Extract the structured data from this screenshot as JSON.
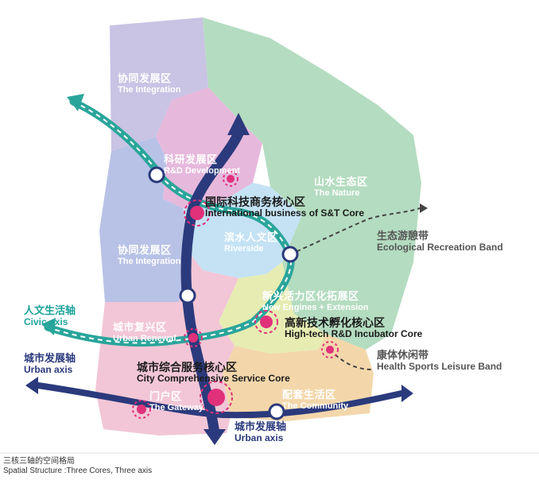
{
  "zones": {
    "integration_top": {
      "cn": "协同发展区",
      "en": "The Integration"
    },
    "rd": {
      "cn": "科研发展区",
      "en": "R&D Development"
    },
    "nature": {
      "cn": "山水生态区",
      "en": "The Nature"
    },
    "riverside": {
      "cn": "滨水人文区",
      "en": "Riverside"
    },
    "integration_mid": {
      "cn": "协同发展区",
      "en": "The Integration"
    },
    "engines": {
      "cn": "新兴活力区化拓展区",
      "en": "New Engines + Extension"
    },
    "urban_renewal": {
      "cn": "城市复兴区",
      "en": "Urban Renewal"
    },
    "gateway": {
      "cn": "门户区",
      "en": "The Gateway"
    },
    "community": {
      "cn": "配套生活区",
      "en": "The Community"
    }
  },
  "cores": {
    "international": {
      "cn": "国际科技商务核心区",
      "en": "International business of S&T Core"
    },
    "hightech": {
      "cn": "高新技术孵化核心区",
      "en": "High-tech R&D Incubator Core"
    },
    "city": {
      "cn": "城市综合服务核心区",
      "en": "City Comprehensive Service Core"
    }
  },
  "bands": {
    "ecological": {
      "cn": "生态游憩带",
      "en": "Ecological Recreation Band"
    },
    "health": {
      "cn": "康体休闲带",
      "en": "Health Sports Leisure Band"
    }
  },
  "axes": {
    "civic": {
      "cn": "人文生活轴",
      "en": "Civic axis"
    },
    "urban_left": {
      "cn": "城市发展轴",
      "en": "Urban axis"
    },
    "urban_bottom": {
      "cn": "城市发展轴",
      "en": "Urban axis"
    }
  },
  "caption": {
    "cn": "三核三轴的空间格局",
    "en": "Spatial Structure :Three Cores, Three axis"
  },
  "colors": {
    "lavender": "#c9c3e4",
    "periwinkle": "#b8c2e6",
    "green": "#b4dcc0",
    "pink": "#e6b8dc",
    "light_blue": "#c4e2f4",
    "yellow": "#e6ecb2",
    "rose": "#f2c6d6",
    "orange": "#f3d7ab",
    "urban_axis": "#2b3a7c",
    "civic_axis": "#2aa59b",
    "core": "#e0317a"
  }
}
